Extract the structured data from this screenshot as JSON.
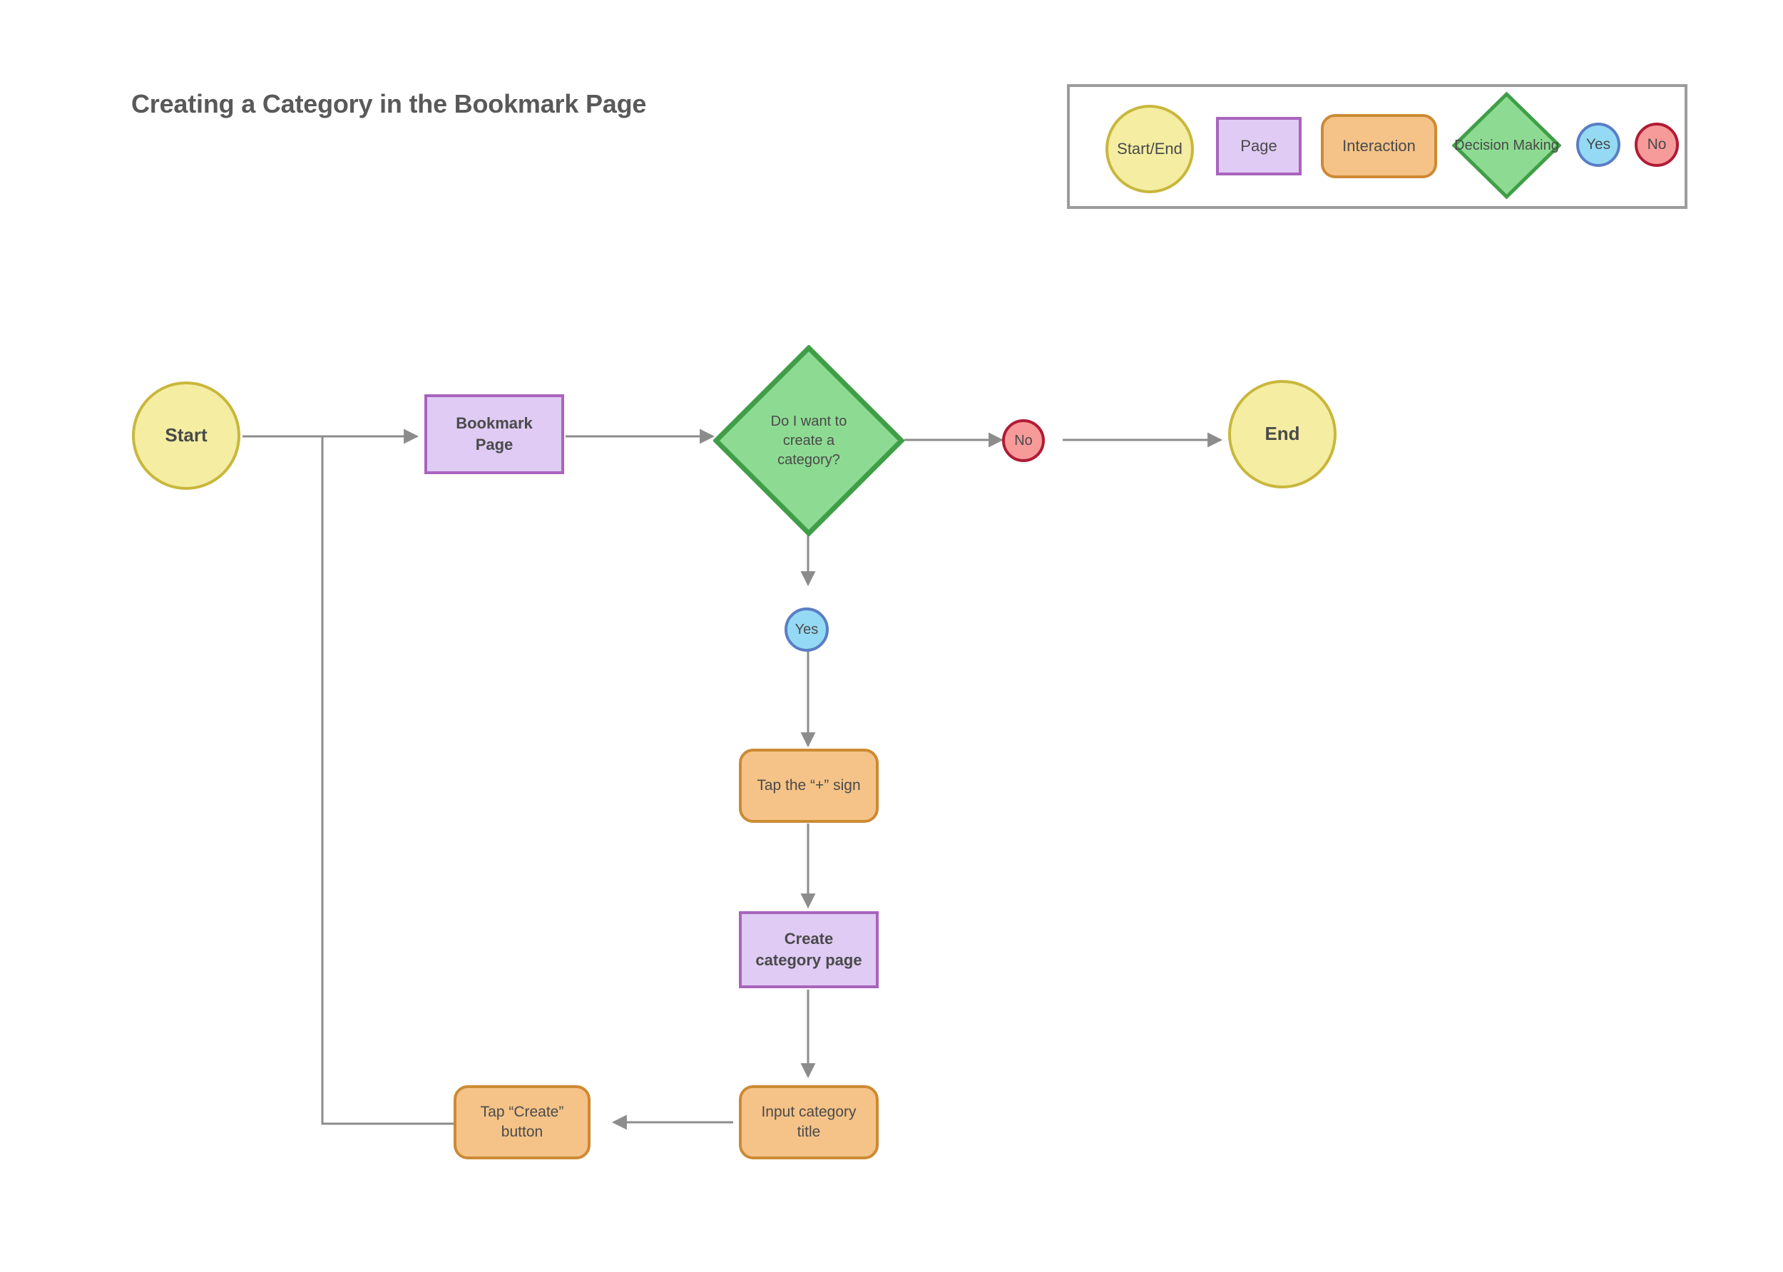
{
  "page": {
    "title": "Creating a Category in the Bookmark Page",
    "background_color": "#ffffff",
    "edge_color": "#8c8c8c",
    "text_color": "#4a4a4a"
  },
  "legend": {
    "border_color": "#9c9c9c",
    "items": [
      {
        "id": "start-end",
        "label": "Start/End",
        "shape": "ellipse",
        "fill": "#f4eda2",
        "stroke": "#c9b73c"
      },
      {
        "id": "page",
        "label": "Page",
        "shape": "rectangle",
        "fill": "#dfcbf4",
        "stroke": "#a964bd"
      },
      {
        "id": "interaction",
        "label": "Interaction",
        "shape": "rounded-rect",
        "fill": "#f5c388",
        "stroke": "#cc8a33"
      },
      {
        "id": "decision-making",
        "label": "Decision Making",
        "shape": "diamond",
        "fill": "#8ddb92",
        "stroke": "#3f9e47"
      },
      {
        "id": "yes",
        "label": "Yes",
        "shape": "circle",
        "fill": "#94daf4",
        "stroke": "#5a7ec4"
      },
      {
        "id": "no",
        "label": "No",
        "shape": "circle",
        "fill": "#f79a9a",
        "stroke": "#b01b35"
      }
    ]
  },
  "flowchart": {
    "type": "flowchart",
    "nodes": [
      {
        "id": "start",
        "label": "Start",
        "type": "start-end"
      },
      {
        "id": "bookmark-page",
        "label": "Bookmark\nPage",
        "type": "page"
      },
      {
        "id": "decision",
        "label": "Do I want to\ncreate a\ncategory?",
        "type": "decision"
      },
      {
        "id": "no",
        "label": "No",
        "type": "no"
      },
      {
        "id": "end",
        "label": "End",
        "type": "start-end"
      },
      {
        "id": "yes",
        "label": "Yes",
        "type": "yes"
      },
      {
        "id": "tap-plus",
        "label": "Tap the “+” sign",
        "type": "interaction"
      },
      {
        "id": "create-category",
        "label": "Create\ncategory page",
        "type": "page"
      },
      {
        "id": "input-title",
        "label": "Input category\ntitle",
        "type": "interaction"
      },
      {
        "id": "tap-create",
        "label": "Tap “Create”\nbutton",
        "type": "interaction"
      }
    ],
    "edges": [
      {
        "from": "start",
        "to": "bookmark-page"
      },
      {
        "from": "bookmark-page",
        "to": "decision"
      },
      {
        "from": "decision",
        "to": "no"
      },
      {
        "from": "no",
        "to": "end"
      },
      {
        "from": "decision",
        "to": "yes"
      },
      {
        "from": "yes",
        "to": "tap-plus"
      },
      {
        "from": "tap-plus",
        "to": "create-category"
      },
      {
        "from": "create-category",
        "to": "input-title"
      },
      {
        "from": "input-title",
        "to": "tap-create"
      },
      {
        "from": "tap-create",
        "to": "bookmark-page"
      }
    ]
  }
}
